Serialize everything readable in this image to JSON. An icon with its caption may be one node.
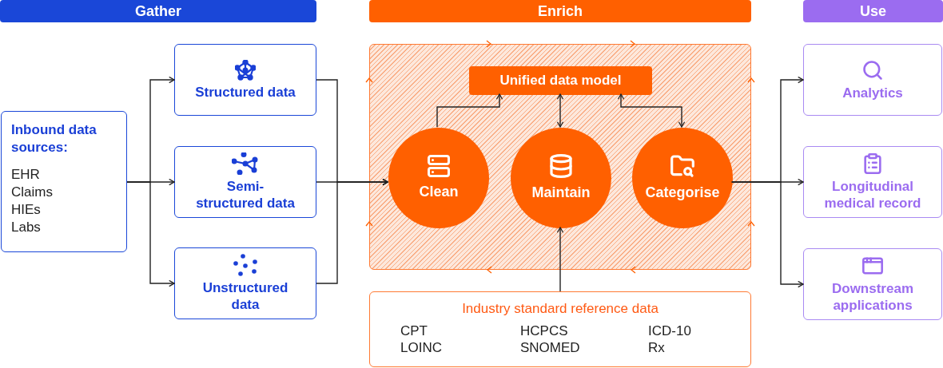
{
  "diagram": {
    "nodes": [
      {
        "text": [
          "Gather"
        ]
      },
      {
        "text": [
          "Enrich"
        ]
      },
      {
        "text": [
          "Use"
        ]
      },
      {
        "text": [
          "Inbound data sources:",
          "EHR",
          "Claims",
          "HIEs",
          "Labs"
        ]
      },
      {
        "text": [
          "Structured data"
        ]
      },
      {
        "text": [
          "Semi-structured data"
        ]
      },
      {
        "text": [
          "Unstructured data"
        ]
      },
      {
        "text": [],
        "shape": "box"
      },
      {
        "text": [
          "Unified data model"
        ],
        "in": 7
      },
      {
        "text": [
          "Clean"
        ],
        "in": 7
      },
      {
        "text": [
          "Maintain"
        ],
        "in": 7
      },
      {
        "text": [
          "Categorise"
        ],
        "in": 7
      },
      {
        "text": [
          "Industry standard reference data",
          "CPT",
          "HCPCS",
          "ICD-10",
          "LOINC",
          "SNOMED",
          "Rx"
        ]
      },
      {
        "text": [
          "Analytics"
        ]
      },
      {
        "text": [
          "Longitudinal medical record"
        ]
      },
      {
        "text": [
          "Downstream applications"
        ]
      }
    ],
    "edges": [
      {
        "from": 3,
        "to": 4,
        "arrow": "to"
      },
      {
        "from": 3,
        "to": 5,
        "arrow": "to"
      },
      {
        "from": 3,
        "to": 6,
        "arrow": "to"
      },
      {
        "from": 4,
        "to": 9,
        "arrow": "to"
      },
      {
        "from": 5,
        "to": 9,
        "arrow": "to"
      },
      {
        "from": 6,
        "to": 9,
        "arrow": "to"
      },
      {
        "from": 9,
        "to": 8,
        "arrow": "to"
      },
      {
        "from": 10,
        "to": 8,
        "arrow": "both"
      },
      {
        "from": 11,
        "to": 8,
        "arrow": "both"
      },
      {
        "from": 12,
        "to": 10,
        "arrow": "to"
      },
      {
        "from": 11,
        "to": 13,
        "arrow": "to"
      },
      {
        "from": 11,
        "to": 14,
        "arrow": "to"
      },
      {
        "from": 11,
        "to": 15,
        "arrow": "to"
      }
    ]
  }
}
